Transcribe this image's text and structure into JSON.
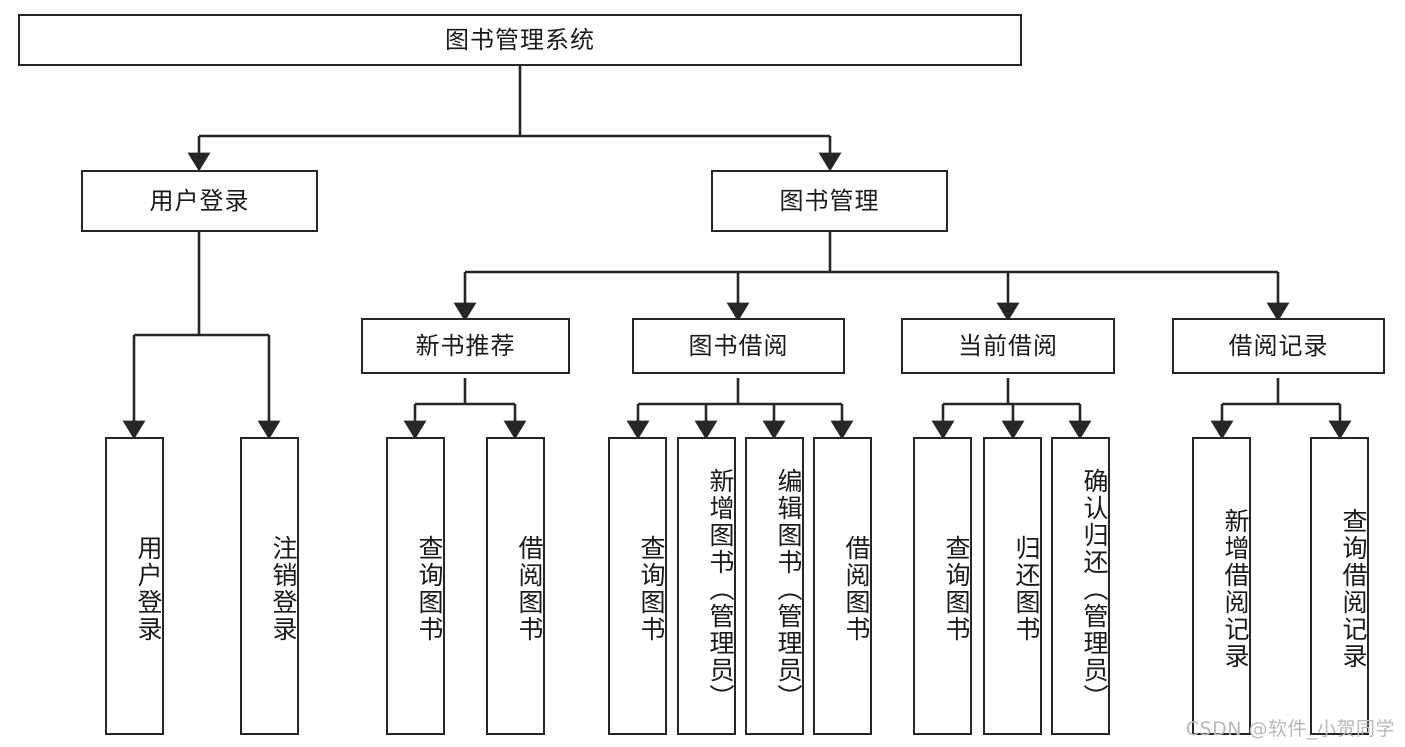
{
  "diagram": {
    "title": "图书管理系统",
    "type": "tree",
    "watermark": "CSDN @软件_小贺同学",
    "line_color": "#262626",
    "box_fill": "#ffffff",
    "text_color": "#1a1a1a",
    "root": {
      "label": "图书管理系统"
    },
    "level2": [
      {
        "label": "用户登录"
      },
      {
        "label": "图书管理"
      }
    ],
    "level3": [
      {
        "label": "新书推荐"
      },
      {
        "label": "图书借阅"
      },
      {
        "label": "当前借阅"
      },
      {
        "label": "借阅记录"
      }
    ],
    "leaves": {
      "user_login": [
        {
          "label": "用户登录"
        },
        {
          "label": "注销登录"
        }
      ],
      "new_book_recommend": [
        {
          "label": "查询图书"
        },
        {
          "label": "借阅图书"
        }
      ],
      "book_borrow": [
        {
          "label": "查询图书"
        },
        {
          "label": "新增图书（管理员）"
        },
        {
          "label": "编辑图书（管理员）"
        },
        {
          "label": "借阅图书"
        }
      ],
      "current_borrow": [
        {
          "label": "查询图书"
        },
        {
          "label": "归还图书"
        },
        {
          "label": "确认归还（管理员）"
        }
      ],
      "borrow_record": [
        {
          "label": "新增借阅记录"
        },
        {
          "label": "查询借阅记录"
        }
      ]
    }
  }
}
